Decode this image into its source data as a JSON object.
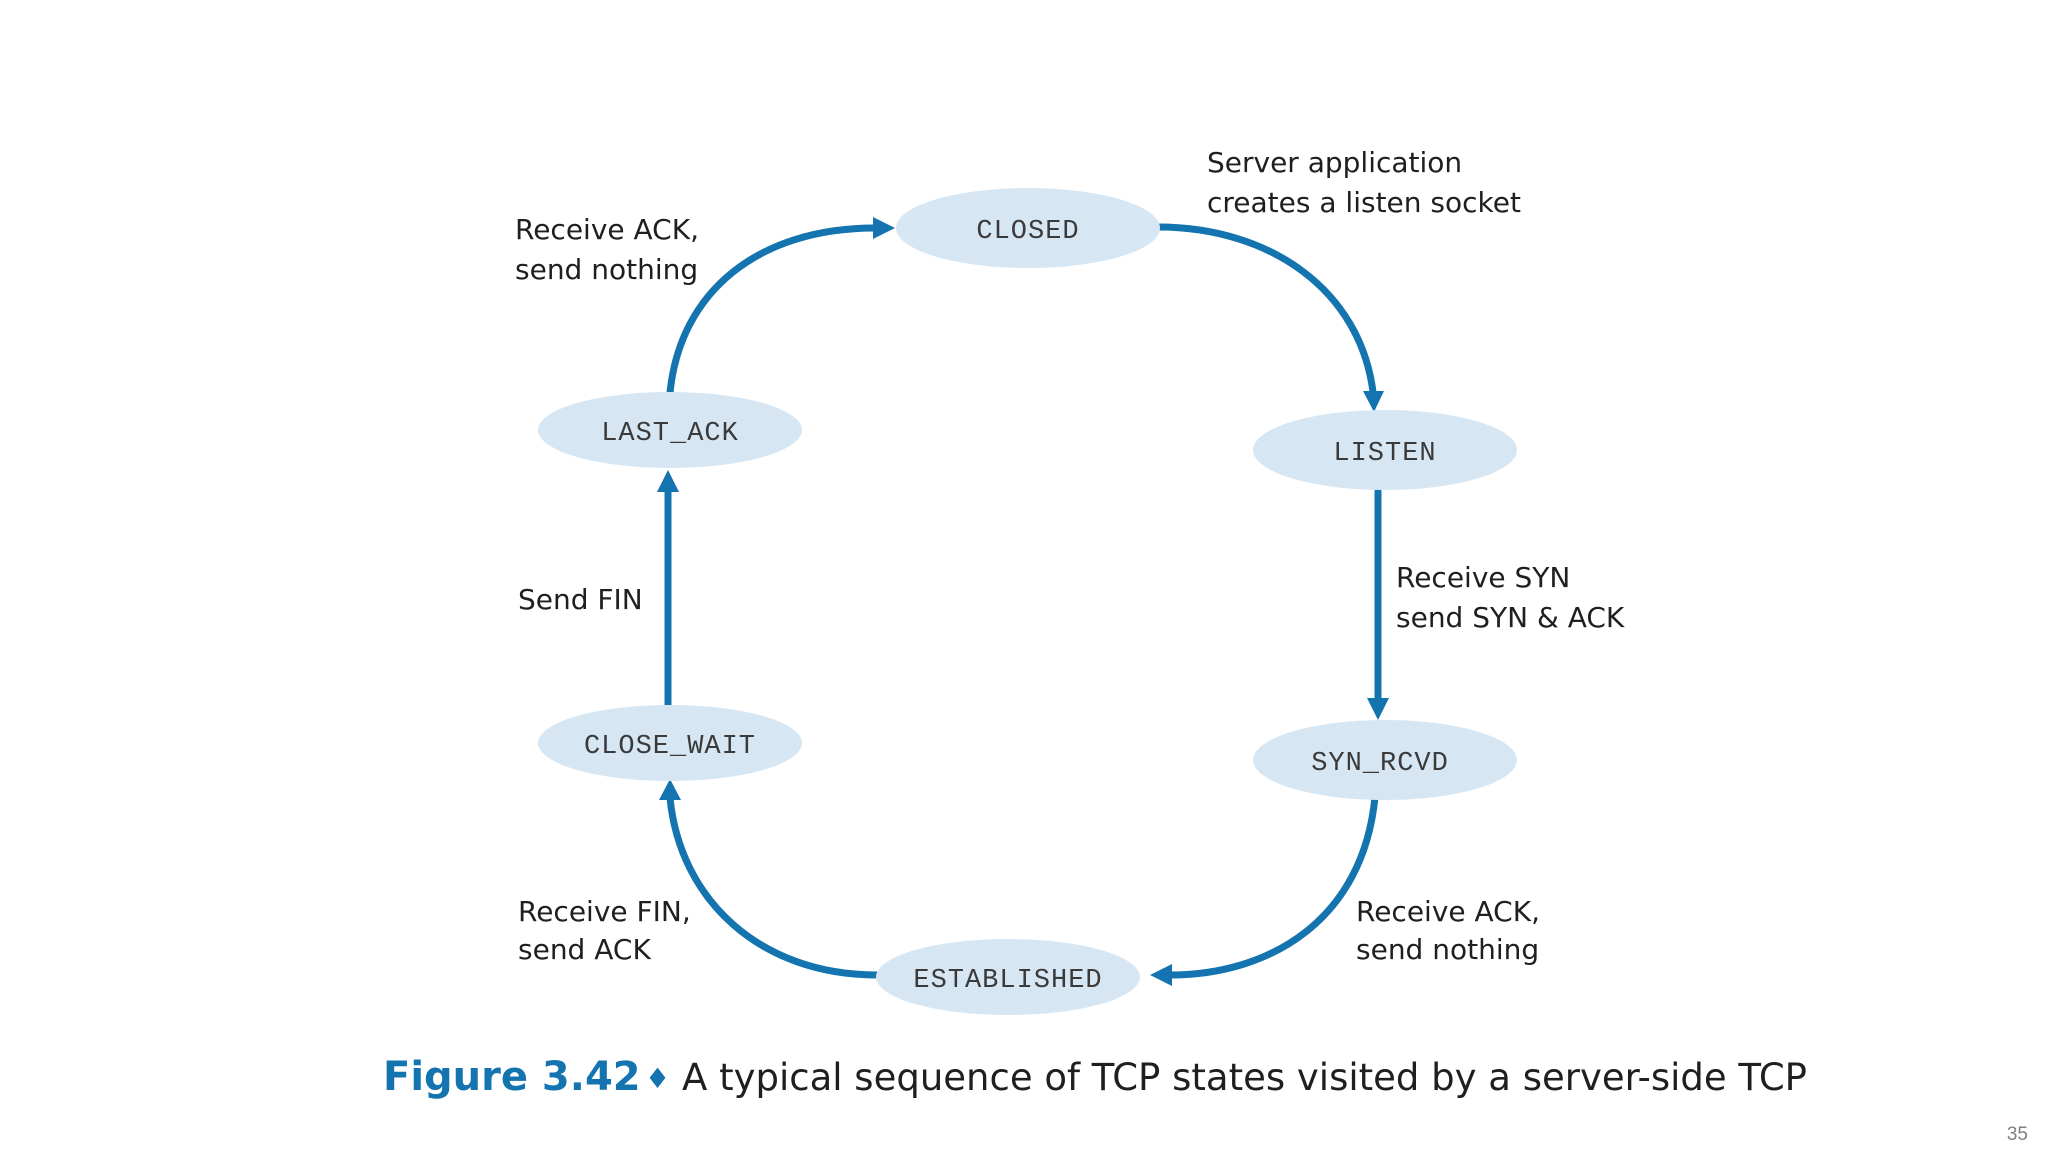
{
  "states": {
    "closed": "CLOSED",
    "listen": "LISTEN",
    "syn_rcvd": "SYN_RCVD",
    "established": "ESTABLISHED",
    "close_wait": "CLOSE_WAIT",
    "last_ack": "LAST_ACK"
  },
  "transitions": {
    "closed_to_listen": [
      "Server application",
      "creates a listen socket"
    ],
    "listen_to_syn_rcvd": [
      "Receive SYN",
      "send SYN & ACK"
    ],
    "syn_rcvd_to_established": [
      "Receive ACK,",
      "send nothing"
    ],
    "established_to_close_wait": [
      "Receive FIN,",
      "send ACK"
    ],
    "close_wait_to_last_ack": [
      "Send FIN"
    ],
    "last_ack_to_closed": [
      "Receive ACK,",
      "send nothing"
    ]
  },
  "caption": {
    "figure_label": "Figure 3.42",
    "bullet": "♦",
    "text": "A typical sequence of TCP states visited by a server-side TCP"
  },
  "page_number": "35",
  "colors": {
    "arrow": "#1474b0",
    "state_fill": "#d6e6f3",
    "caption_accent": "#1474b0"
  }
}
